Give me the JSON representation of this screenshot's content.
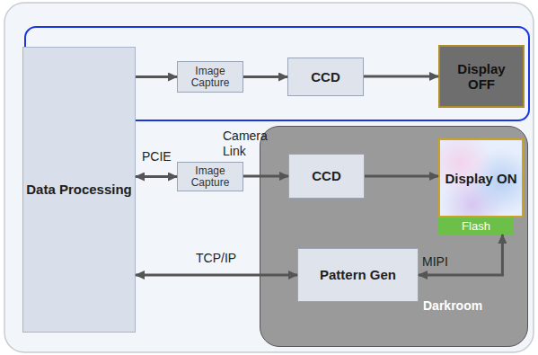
{
  "diagram": {
    "nodes": [
      {
        "text": [
          "Data Processing"
        ]
      },
      {
        "text": [
          "Image Capture"
        ]
      },
      {
        "text": [
          "CCD"
        ]
      },
      {
        "text": [
          "Display OFF"
        ]
      },
      {
        "text": [
          "Darkroom"
        ]
      },
      {
        "text": [
          "Image Capture"
        ]
      },
      {
        "text": [
          "CCD"
        ],
        "in": 4
      },
      {
        "text": [
          "Display ON"
        ],
        "in": 4
      },
      {
        "text": [
          "Flash"
        ],
        "in": 4
      },
      {
        "text": [
          "Pattern Gen"
        ],
        "in": 4
      }
    ],
    "edges": [
      {
        "from": 0,
        "to": 1,
        "arrow": "to"
      },
      {
        "from": 1,
        "to": 2,
        "arrow": "to"
      },
      {
        "from": 2,
        "to": 3,
        "arrow": "to"
      },
      {
        "from": 0,
        "to": 5,
        "label": "PCIE",
        "arrow": "both"
      },
      {
        "from": 5,
        "to": 6,
        "label": "Camera Link",
        "arrow": "to"
      },
      {
        "from": 6,
        "to": 7,
        "arrow": "to"
      },
      {
        "from": 9,
        "to": 0,
        "label": "TCP/IP",
        "arrow": "both"
      },
      {
        "from": 9,
        "to": 8,
        "label": "MIPI",
        "arrow": "both"
      }
    ]
  }
}
